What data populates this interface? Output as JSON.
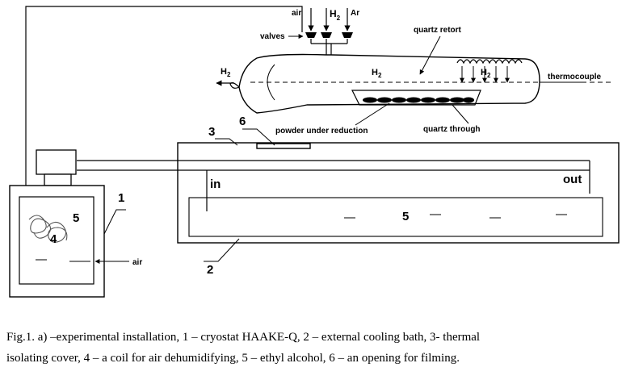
{
  "labels": {
    "air_top": "air",
    "h2_top": "H",
    "h2_top_sub": "2",
    "ar": "Ar",
    "valves": "valves",
    "quartz_retort": "quartz retort",
    "h2_left": "H",
    "h2_left_sub": "2",
    "h2_mid": "H",
    "h2_mid_sub": "2",
    "h2_right": "H",
    "h2_right_sub": "2",
    "thermocouple": "thermocouple",
    "powder": "powder under reduction",
    "quartz_through": "quartz through",
    "n6": "6",
    "n3": "3",
    "n1": "1",
    "n5_cryostat": "5",
    "n4": "4",
    "air_coil": "air",
    "in": "in",
    "out": "out",
    "n5_bath": "5",
    "n2": "2"
  },
  "caption": {
    "line1": "Fig.1. a) –experimental installation, 1 – cryostat HAAKE-Q, 2 – external cooling bath, 3- thermal",
    "line2": "isolating cover, 4 – a coil for air dehumidifying, 5 – ethyl alcohol, 6 – an opening for filming."
  }
}
